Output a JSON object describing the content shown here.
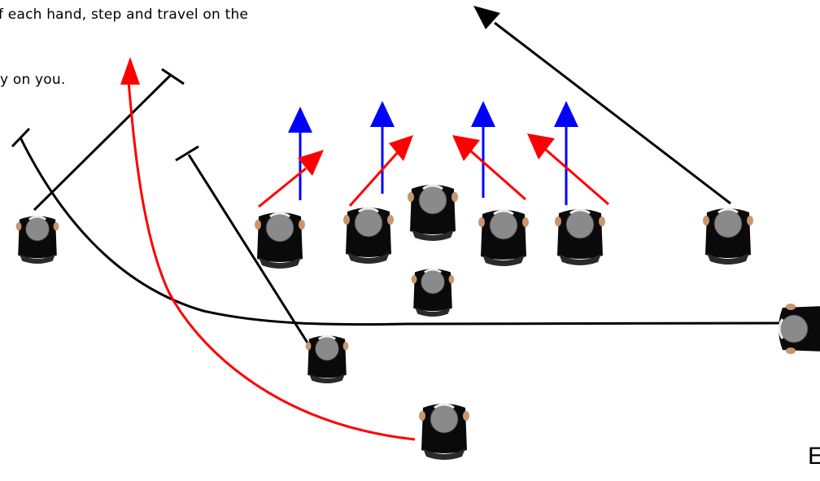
{
  "text": {
    "line1": "f each hand, step and travel on the",
    "line2": "y on you.",
    "corner_letter": "E"
  },
  "colors": {
    "route_black": "#000000",
    "route_red": "#ff0000",
    "route_blue": "#0000ff",
    "helmet": "#8a8a8a",
    "jersey": "#0a0a0a",
    "skin": "#c8966e"
  },
  "icons": {
    "player": "player-icon",
    "arrow": "arrow-icon",
    "block": "block-marker-icon"
  }
}
